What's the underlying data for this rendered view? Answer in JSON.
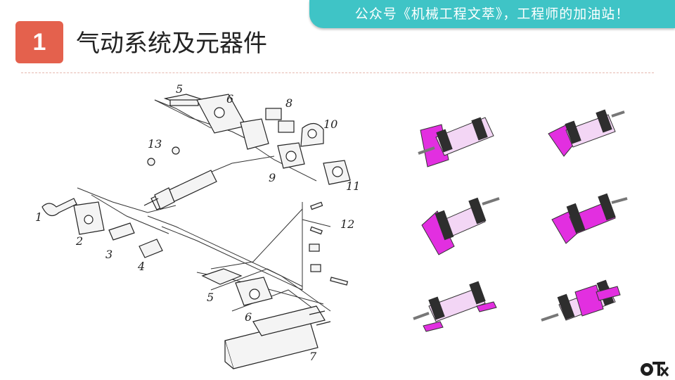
{
  "banner": {
    "text": "公众号《机械工程文萃》，工程师的加油站！"
  },
  "section": {
    "number": "1",
    "title": "气动系统及元器件"
  },
  "diagram": {
    "callouts": [
      "1",
      "2",
      "3",
      "4",
      "5",
      "6",
      "7",
      "8",
      "9",
      "10",
      "11",
      "12",
      "13",
      "5",
      "6"
    ]
  },
  "colors": {
    "accent": "#e4614d",
    "banner": "#3fc4c6",
    "highlight": "#e22fe0",
    "steel": "#2e2e2e"
  },
  "gallery": {
    "items": [
      {
        "mount": "front-flange"
      },
      {
        "mount": "rear-clevis"
      },
      {
        "mount": "foot-bracket"
      },
      {
        "mount": "trunnion"
      },
      {
        "mount": "foot-mount"
      },
      {
        "mount": "center-trunnion"
      }
    ]
  }
}
